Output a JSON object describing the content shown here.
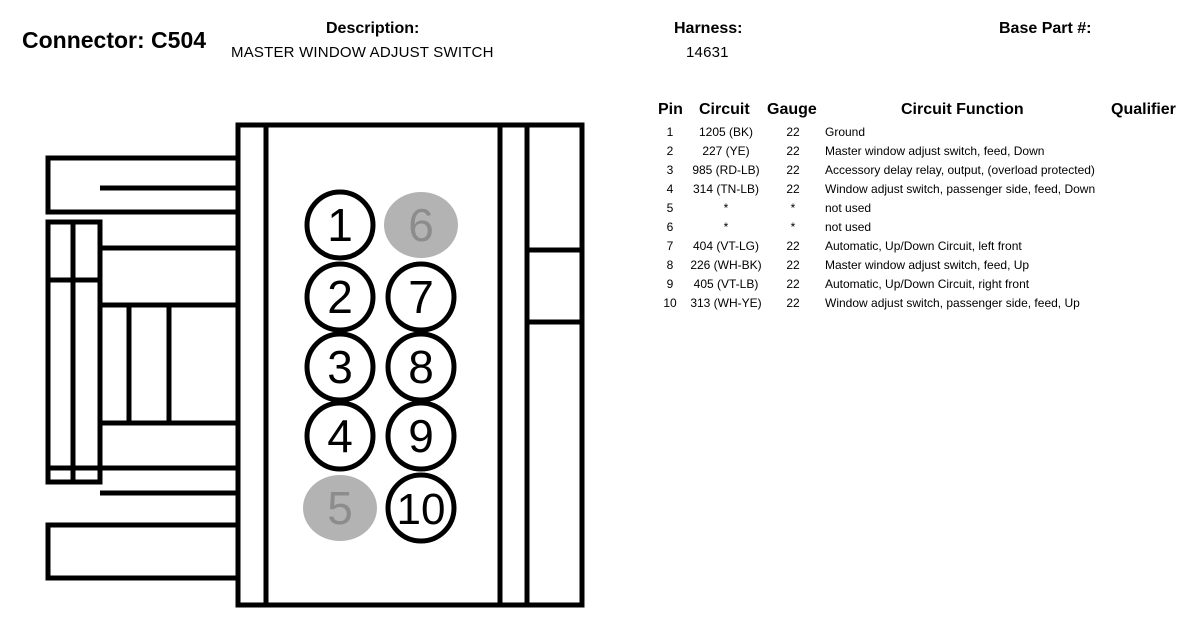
{
  "connector": {
    "title": "Connector: C504"
  },
  "description": {
    "label": "Description:",
    "value": "MASTER WINDOW ADJUST SWITCH"
  },
  "harness": {
    "label": "Harness:",
    "value": "14631"
  },
  "base_part": {
    "label": "Base Part #:",
    "value": ""
  },
  "colors": {
    "unused_pin_fill": "#b3b3b3",
    "unused_pin_text": "#8c8c8c",
    "outline": "#000000"
  },
  "pins": [
    {
      "number": "1",
      "used": true
    },
    {
      "number": "2",
      "used": true
    },
    {
      "number": "3",
      "used": true
    },
    {
      "number": "4",
      "used": true
    },
    {
      "number": "5",
      "used": false
    },
    {
      "number": "6",
      "used": false
    },
    {
      "number": "7",
      "used": true
    },
    {
      "number": "8",
      "used": true
    },
    {
      "number": "9",
      "used": true
    },
    {
      "number": "10",
      "used": true
    }
  ],
  "table": {
    "headers": {
      "pin": "Pin",
      "circuit": "Circuit",
      "gauge": "Gauge",
      "function": "Circuit Function",
      "qualifier": "Qualifier"
    },
    "rows": [
      {
        "pin": "1",
        "circuit": "1205 (BK)",
        "gauge": "22",
        "function": "Ground"
      },
      {
        "pin": "2",
        "circuit": "227 (YE)",
        "gauge": "22",
        "function": "Master window adjust switch, feed, Down"
      },
      {
        "pin": "3",
        "circuit": "985 (RD-LB)",
        "gauge": "22",
        "function": "Accessory delay relay, output, (overload protected)"
      },
      {
        "pin": "4",
        "circuit": "314 (TN-LB)",
        "gauge": "22",
        "function": "Window adjust switch, passenger side, feed, Down"
      },
      {
        "pin": "5",
        "circuit": "*",
        "gauge": "*",
        "function": "not used"
      },
      {
        "pin": "6",
        "circuit": "*",
        "gauge": "*",
        "function": "not used"
      },
      {
        "pin": "7",
        "circuit": "404 (VT-LG)",
        "gauge": "22",
        "function": "Automatic, Up/Down Circuit, left front"
      },
      {
        "pin": "8",
        "circuit": "226 (WH-BK)",
        "gauge": "22",
        "function": "Master window adjust switch, feed, Up"
      },
      {
        "pin": "9",
        "circuit": "405 (VT-LB)",
        "gauge": "22",
        "function": "Automatic, Up/Down Circuit, right front"
      },
      {
        "pin": "10",
        "circuit": "313 (WH-YE)",
        "gauge": "22",
        "function": "Window adjust switch, passenger side, feed, Up"
      }
    ]
  }
}
